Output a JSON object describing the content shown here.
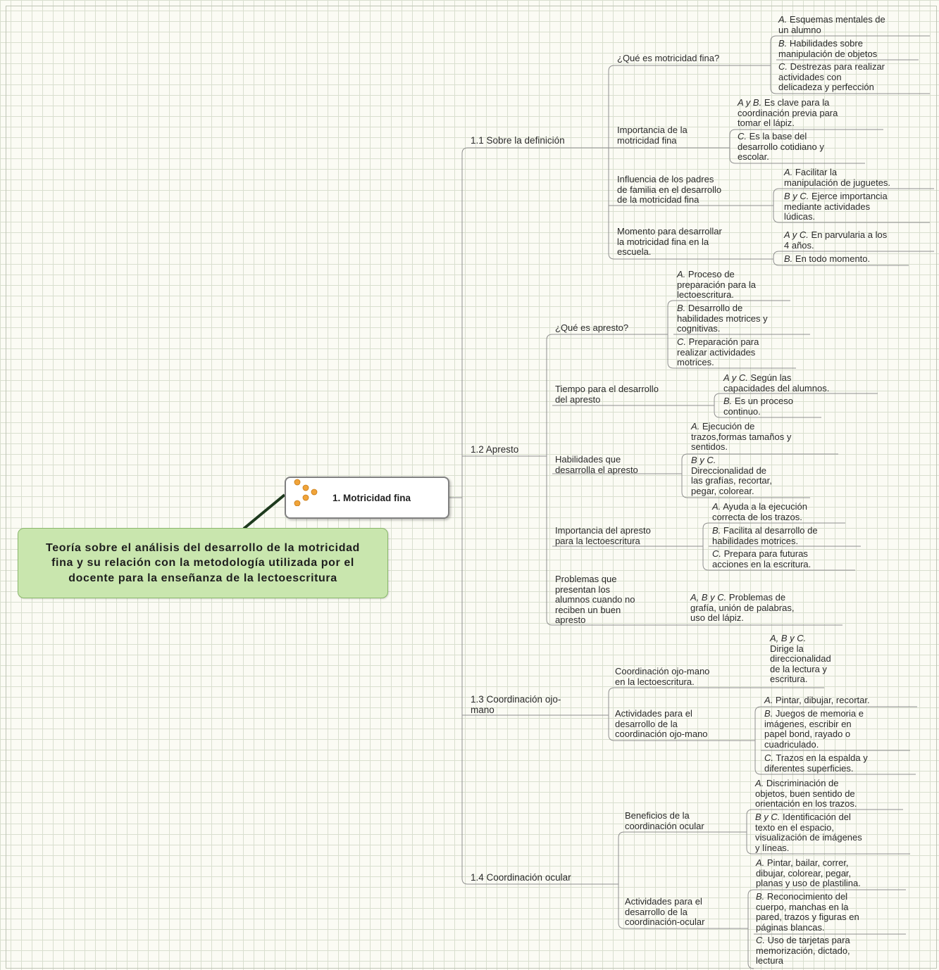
{
  "root": {
    "title": "Teoría sobre el análisis del desarrollo de la motricidad fina y su relación con la metodología utilizada por el docente para la enseñanza de la lectoescritura"
  },
  "main_topic": {
    "title": "1. Motricidad fina",
    "icon": "orange-dots-icon"
  },
  "colors": {
    "root_fill": "#c9e6ae",
    "root_border": "#8ab76b",
    "icon": "#f0a43a",
    "grid": "#d9dfcf"
  },
  "branches": {
    "s11": {
      "title": "1.1 Sobre la definición",
      "q1": {
        "title": "¿Qué es motricidad fina?",
        "a": {
          "l1": "A. Esquemas mentales de",
          "l2": "un alumno"
        },
        "b": {
          "l1": "B. Habilidades sobre",
          "l2": "manipulación de objetos"
        },
        "c": {
          "l1": "C. Destrezas para realizar",
          "l2": "actividades con",
          "l3": "delicadeza y perfección"
        }
      },
      "q2": {
        "l1": "Importancia de la",
        "l2": "motricidad fina",
        "a": {
          "l1": "A y B. Es clave para la",
          "l2": "coordinación previa para",
          "l3": "tomar el lápiz."
        },
        "b": {
          "l1": "C. Es la base del",
          "l2": "desarrollo cotidiano y",
          "l3": "escolar."
        }
      },
      "q3": {
        "l1": "Influencia de los padres",
        "l2": "de familia en el desarrollo",
        "l3": "de la motricidad fina",
        "a": {
          "l1": "A. Facilitar la",
          "l2": "manipulación de juguetes."
        },
        "b": {
          "l1": "B y C. Ejerce importancia",
          "l2": "mediante actividades",
          "l3": "lúdicas."
        }
      },
      "q4": {
        "l1": "Momento para desarrollar",
        "l2": "la  motricidad fina en la",
        "l3": "escuela.",
        "a": {
          "l1": "A y C. En parvularia a los",
          "l2": "4 años."
        },
        "b": {
          "l1": "B. En todo momento."
        }
      }
    },
    "s12": {
      "title": "1.2 Apresto",
      "q1": {
        "title": "¿Qué es apresto?",
        "a": {
          "l1": "A. Proceso de",
          "l2": "preparación para la",
          "l3": "lectoescritura."
        },
        "b": {
          "l1": "B. Desarrollo de",
          "l2": "habilidades motrices y",
          "l3": "cognitivas."
        },
        "c": {
          "l1": "C. Preparación para",
          "l2": "realizar actividades",
          "l3": "motrices."
        }
      },
      "q2": {
        "l1": "Tiempo para el desarrollo",
        "l2": "del apresto",
        "a": {
          "l1": "A y C. Según las",
          "l2": "capacidades del alumnos."
        },
        "b": {
          "l1": "B. Es un proceso",
          "l2": "continuo."
        }
      },
      "q3": {
        "l1": "Habilidades que",
        "l2": "desarrolla el apresto",
        "a": {
          "l1": "A. Ejecución de",
          "l2": "trazos,formas tamaños y",
          "l3": "sentidos."
        },
        "b": {
          "l1": "B y C.",
          "l2": "Direccionalidad de",
          "l3": "las grafías, recortar,",
          "l4": "pegar, colorear."
        }
      },
      "q4": {
        "l1": "Importancia del apresto",
        "l2": "para la lectoescritura",
        "a": {
          "l1": "A. Ayuda a la ejecución",
          "l2": "correcta de los trazos."
        },
        "b": {
          "l1": "B. Facilita al desarrollo de",
          "l2": "habilidades motrices."
        },
        "c": {
          "l1": "C. Prepara para futuras",
          "l2": "acciones en la escritura."
        }
      },
      "q5": {
        "l1": "Problemas que",
        "l2": "presentan los",
        "l3": "alumnos cuando no",
        "l4": "reciben un buen",
        "l5": "apresto",
        "a": {
          "l1": "A, B y C. Problemas de",
          "l2": "grafía, unión de palabras,",
          "l3": "uso del lápiz."
        }
      }
    },
    "s13": {
      "l1": "1.3 Coordinación ojo-",
      "l2": "mano",
      "q1": {
        "l1": "Coordinación ojo-mano",
        "l2": "en la lectoescritura.",
        "a": {
          "l1": "A, B y C.",
          "l2": "Dirige la",
          "l3": "direccionalidad",
          "l4": "de la lectura y",
          "l5": "escritura."
        }
      },
      "q2": {
        "l1": "Actividades para el",
        "l2": "desarrollo de la",
        "l3": "coordinación ojo-mano",
        "a": {
          "l1": "A. Pintar, dibujar, recortar."
        },
        "b": {
          "l1": "B. Juegos de memoria e",
          "l2": "imágenes, escribir en",
          "l3": "papel bond, rayado o",
          "l4": "cuadriculado."
        },
        "c": {
          "l1": "C. Trazos en la espalda y",
          "l2": "diferentes superficies."
        }
      }
    },
    "s14": {
      "title": "1.4 Coordinación ocular",
      "q1": {
        "l1": "Beneficios de la",
        "l2": "coordinación ocular",
        "a": {
          "l1": "A. Discriminación de",
          "l2": "objetos, buen sentido de",
          "l3": "orientación en los trazos."
        },
        "b": {
          "l1": "B y C. Identificación del",
          "l2": "texto en el espacio,",
          "l3": "visualización de imágenes",
          "l4": "y líneas."
        }
      },
      "q2": {
        "l1": "Actividades para el",
        "l2": "desarrollo de la",
        "l3": "coordinación-ocular",
        "a": {
          "l1": "A. Pintar, bailar, correr,",
          "l2": "dibujar, colorear, pegar,",
          "l3": "planas y uso de plastilina."
        },
        "b": {
          "l1": "B. Reconocimiento del",
          "l2": "cuerpo, manchas en la",
          "l3": "pared, trazos y figuras en",
          "l4": "páginas blancas."
        },
        "c": {
          "l1": "C. Uso de tarjetas para",
          "l2": "memorización, dictado,",
          "l3": "lectura"
        }
      }
    }
  }
}
